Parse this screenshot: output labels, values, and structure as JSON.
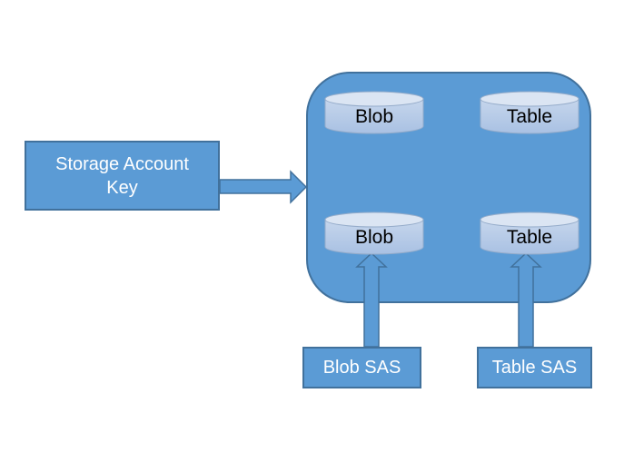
{
  "diagram": {
    "storage_account_key": {
      "label": "Storage Account Key"
    },
    "container": {
      "description": "storage account container"
    },
    "cylinders": [
      {
        "id": "blob-top",
        "label": "Blob"
      },
      {
        "id": "table-top",
        "label": "Table"
      },
      {
        "id": "blob-bottom",
        "label": "Blob"
      },
      {
        "id": "table-bottom",
        "label": "Table"
      }
    ],
    "sas_boxes": [
      {
        "id": "blob-sas",
        "label": "Blob SAS"
      },
      {
        "id": "table-sas",
        "label": "Table SAS"
      }
    ],
    "colors": {
      "background": "#ffffff",
      "shape_fill": "#5b9bd5",
      "shape_border": "#41719c",
      "cylinder_top_fill": "#dbe5f3",
      "cylinder_body_light": "#c6d6ec",
      "cylinder_body_dark": "#a9c1e3",
      "cylinder_border": "#95acca",
      "text_on_blue": "#ffffff",
      "text_on_cylinder": "#000000"
    }
  }
}
